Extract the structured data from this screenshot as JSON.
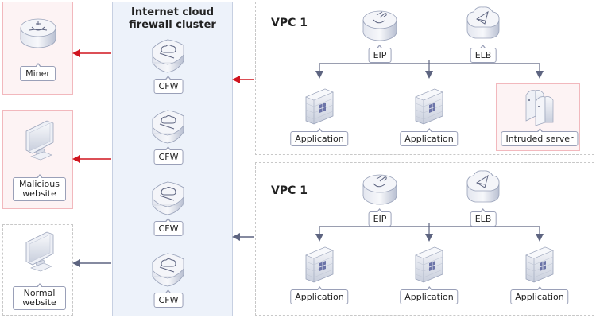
{
  "targets": [
    {
      "id": "miner",
      "label": "Miner",
      "icon": "miner-icon",
      "status": "malicious"
    },
    {
      "id": "malicious",
      "label": "Malicious\nwebsite",
      "icon": "monitor-icon",
      "status": "malicious"
    },
    {
      "id": "normal",
      "label": "Normal\nwebsite",
      "icon": "monitor-icon",
      "status": "normal"
    }
  ],
  "cluster": {
    "title_line1": "Internet cloud",
    "title_line2": "firewall cluster",
    "nodes": [
      {
        "label": "CFW",
        "icon": "cloud-firewall-icon"
      },
      {
        "label": "CFW",
        "icon": "cloud-firewall-icon"
      },
      {
        "label": "CFW",
        "icon": "cloud-firewall-icon"
      },
      {
        "label": "CFW",
        "icon": "cloud-firewall-icon"
      }
    ]
  },
  "vpcs": [
    {
      "title": "VPC 1",
      "eip": {
        "label": "EIP",
        "icon": "eip-icon"
      },
      "elb": {
        "label": "ELB",
        "icon": "elb-icon"
      },
      "servers": [
        {
          "label": "Application",
          "icon": "application-icon",
          "status": "normal"
        },
        {
          "label": "Application",
          "icon": "application-icon",
          "status": "normal"
        },
        {
          "label": "Intruded server",
          "icon": "server-icon",
          "status": "intruded"
        }
      ]
    },
    {
      "title": "VPC 1",
      "eip": {
        "label": "EIP",
        "icon": "eip-icon"
      },
      "elb": {
        "label": "ELB",
        "icon": "elb-icon"
      },
      "servers": [
        {
          "label": "Application",
          "icon": "application-icon",
          "status": "normal"
        },
        {
          "label": "Application",
          "icon": "application-icon",
          "status": "normal"
        },
        {
          "label": "Application",
          "icon": "application-icon",
          "status": "normal"
        }
      ]
    }
  ],
  "colors": {
    "malicious_arrow": "#d0151f",
    "normal_arrow": "#5d6480",
    "alert_border": "#f2b8bd",
    "alert_fill": "#fdf3f4",
    "cluster_fill": "#edf2fa"
  }
}
